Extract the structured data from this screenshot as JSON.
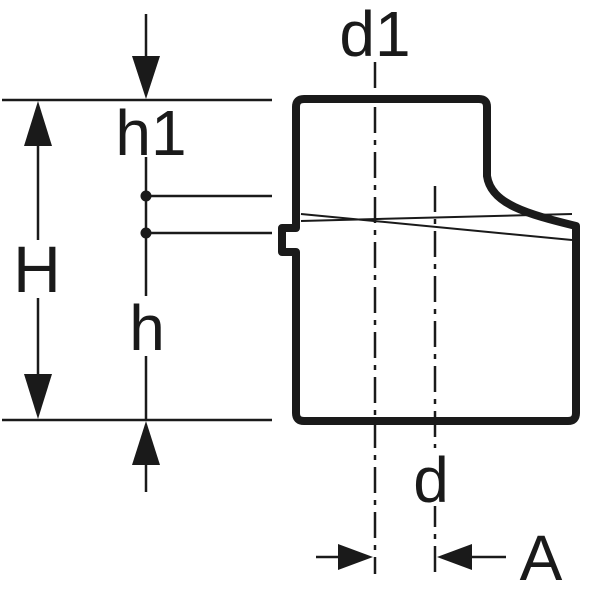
{
  "diagram": {
    "kind": "technical-dimension-drawing",
    "colors": {
      "line": "#1a1a1a",
      "background": "#ffffff"
    },
    "labels": {
      "d1": "d1",
      "h1": "h1",
      "H": "H",
      "h": "h",
      "d": "d",
      "A": "A"
    }
  }
}
